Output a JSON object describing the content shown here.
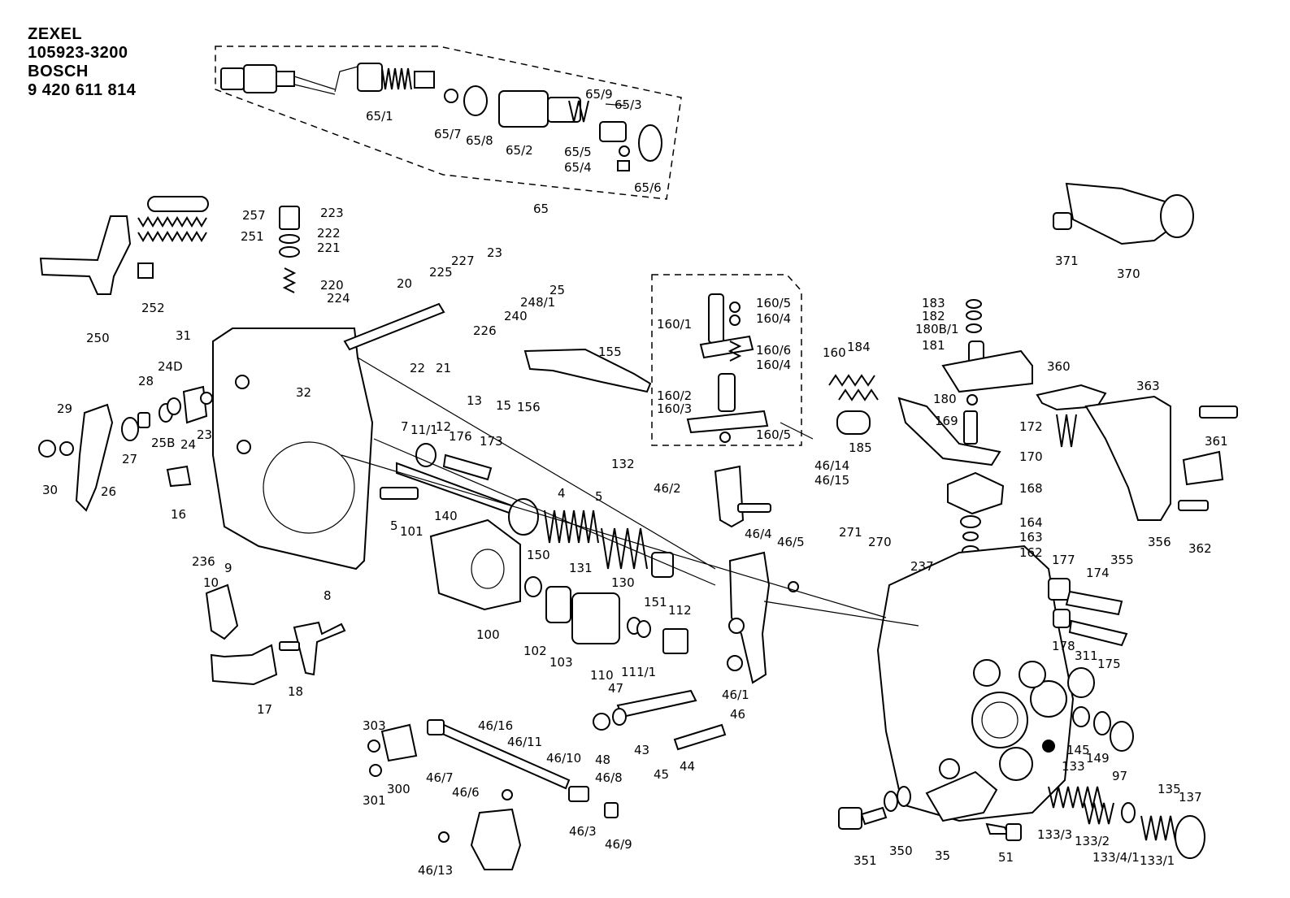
{
  "header": {
    "brand1": "ZEXEL",
    "partno1": "105923-3200",
    "brand2": "BOSCH",
    "partno2": "9 420 611 814"
  },
  "labels": [
    {
      "id": "l65-1",
      "text": "65/1"
    },
    {
      "id": "l65-7",
      "text": "65/7"
    },
    {
      "id": "l65-8",
      "text": "65/8"
    },
    {
      "id": "l65-2",
      "text": "65/2"
    },
    {
      "id": "l65-9",
      "text": "65/9"
    },
    {
      "id": "l65-3",
      "text": "65/3"
    },
    {
      "id": "l65-5",
      "text": "65/5"
    },
    {
      "id": "l65-4",
      "text": "65/4"
    },
    {
      "id": "l65-6",
      "text": "65/6"
    },
    {
      "id": "l65",
      "text": "65"
    },
    {
      "id": "l257",
      "text": "257"
    },
    {
      "id": "l251",
      "text": "251"
    },
    {
      "id": "l252",
      "text": "252"
    },
    {
      "id": "l250",
      "text": "250"
    },
    {
      "id": "l223",
      "text": "223"
    },
    {
      "id": "l222",
      "text": "222"
    },
    {
      "id": "l221",
      "text": "221"
    },
    {
      "id": "l220",
      "text": "220"
    },
    {
      "id": "l224",
      "text": "224"
    },
    {
      "id": "l31",
      "text": "31"
    },
    {
      "id": "l20",
      "text": "20"
    },
    {
      "id": "l225",
      "text": "225"
    },
    {
      "id": "l227",
      "text": "227"
    },
    {
      "id": "l23a",
      "text": "23"
    },
    {
      "id": "l248-1",
      "text": "248/1"
    },
    {
      "id": "l25",
      "text": "25"
    },
    {
      "id": "l240",
      "text": "240"
    },
    {
      "id": "l226",
      "text": "226"
    },
    {
      "id": "l22",
      "text": "22"
    },
    {
      "id": "l21",
      "text": "21"
    },
    {
      "id": "l13",
      "text": "13"
    },
    {
      "id": "l15",
      "text": "15"
    },
    {
      "id": "l12",
      "text": "12"
    },
    {
      "id": "l11-1",
      "text": "11/1"
    },
    {
      "id": "l7",
      "text": "7"
    },
    {
      "id": "l155",
      "text": "155"
    },
    {
      "id": "l156",
      "text": "156"
    },
    {
      "id": "l160-5a",
      "text": "160/5"
    },
    {
      "id": "l160-4a",
      "text": "160/4"
    },
    {
      "id": "l160-1",
      "text": "160/1"
    },
    {
      "id": "l160-6",
      "text": "160/6"
    },
    {
      "id": "l160-4b",
      "text": "160/4"
    },
    {
      "id": "l160",
      "text": "160"
    },
    {
      "id": "l160-2",
      "text": "160/2"
    },
    {
      "id": "l160-3",
      "text": "160/3"
    },
    {
      "id": "l160-5b",
      "text": "160/5"
    },
    {
      "id": "l184",
      "text": "184"
    },
    {
      "id": "l185",
      "text": "185"
    },
    {
      "id": "l183",
      "text": "183"
    },
    {
      "id": "l182",
      "text": "182"
    },
    {
      "id": "l180-8-1",
      "text": "180B/1"
    },
    {
      "id": "l181",
      "text": "181"
    },
    {
      "id": "l180",
      "text": "180"
    },
    {
      "id": "l169",
      "text": "169"
    },
    {
      "id": "l172",
      "text": "172"
    },
    {
      "id": "l170",
      "text": "170"
    },
    {
      "id": "l168",
      "text": "168"
    },
    {
      "id": "l164",
      "text": "164"
    },
    {
      "id": "l163",
      "text": "163"
    },
    {
      "id": "l162",
      "text": "162"
    },
    {
      "id": "l360",
      "text": "360"
    },
    {
      "id": "l363",
      "text": "363"
    },
    {
      "id": "l361",
      "text": "361"
    },
    {
      "id": "l362",
      "text": "362"
    },
    {
      "id": "l356",
      "text": "356"
    },
    {
      "id": "l355",
      "text": "355"
    },
    {
      "id": "l371",
      "text": "371"
    },
    {
      "id": "l370",
      "text": "370"
    },
    {
      "id": "l29",
      "text": "29"
    },
    {
      "id": "l28",
      "text": "28"
    },
    {
      "id": "l24D",
      "text": "24D"
    },
    {
      "id": "l27",
      "text": "27"
    },
    {
      "id": "l25B",
      "text": "25B"
    },
    {
      "id": "l24",
      "text": "24"
    },
    {
      "id": "l23b",
      "text": "23"
    },
    {
      "id": "l30",
      "text": "30"
    },
    {
      "id": "l26",
      "text": "26"
    },
    {
      "id": "l16",
      "text": "16"
    },
    {
      "id": "l32",
      "text": "32"
    },
    {
      "id": "l176",
      "text": "176"
    },
    {
      "id": "l173",
      "text": "173"
    },
    {
      "id": "l132",
      "text": "132"
    },
    {
      "id": "l4",
      "text": "4"
    },
    {
      "id": "l5a",
      "text": "5"
    },
    {
      "id": "l5b",
      "text": "5"
    },
    {
      "id": "l140",
      "text": "140"
    },
    {
      "id": "l101",
      "text": "101"
    },
    {
      "id": "l150",
      "text": "150"
    },
    {
      "id": "l131",
      "text": "131"
    },
    {
      "id": "l130",
      "text": "130"
    },
    {
      "id": "l151",
      "text": "151"
    },
    {
      "id": "l236",
      "text": "236"
    },
    {
      "id": "l9",
      "text": "9"
    },
    {
      "id": "l10",
      "text": "10"
    },
    {
      "id": "l8",
      "text": "8"
    },
    {
      "id": "l18",
      "text": "18"
    },
    {
      "id": "l17",
      "text": "17"
    },
    {
      "id": "l100",
      "text": "100"
    },
    {
      "id": "l102",
      "text": "102"
    },
    {
      "id": "l103",
      "text": "103"
    },
    {
      "id": "l110",
      "text": "110"
    },
    {
      "id": "l111-1",
      "text": "111/1"
    },
    {
      "id": "l112",
      "text": "112"
    },
    {
      "id": "l46-2",
      "text": "46/2"
    },
    {
      "id": "l46-14",
      "text": "46/14"
    },
    {
      "id": "l46-15",
      "text": "46/15"
    },
    {
      "id": "l46-4",
      "text": "46/4"
    },
    {
      "id": "l46-5",
      "text": "46/5"
    },
    {
      "id": "l46-1",
      "text": "46/1"
    },
    {
      "id": "l46",
      "text": "46"
    },
    {
      "id": "l271",
      "text": "271"
    },
    {
      "id": "l270",
      "text": "270"
    },
    {
      "id": "l237",
      "text": "237"
    },
    {
      "id": "l177",
      "text": "177"
    },
    {
      "id": "l174",
      "text": "174"
    },
    {
      "id": "l178",
      "text": "178"
    },
    {
      "id": "l175",
      "text": "175"
    },
    {
      "id": "l311",
      "text": "311"
    },
    {
      "id": "l47",
      "text": "47"
    },
    {
      "id": "l48",
      "text": "48"
    },
    {
      "id": "l43",
      "text": "43"
    },
    {
      "id": "l45",
      "text": "45"
    },
    {
      "id": "l44",
      "text": "44"
    },
    {
      "id": "l303",
      "text": "303"
    },
    {
      "id": "l300",
      "text": "300"
    },
    {
      "id": "l301",
      "text": "301"
    },
    {
      "id": "l46-16",
      "text": "46/16"
    },
    {
      "id": "l46-11",
      "text": "46/11"
    },
    {
      "id": "l46-7",
      "text": "46/7"
    },
    {
      "id": "l46-10",
      "text": "46/10"
    },
    {
      "id": "l46-6",
      "text": "46/6"
    },
    {
      "id": "l46-8",
      "text": "46/8"
    },
    {
      "id": "l46-3",
      "text": "46/3"
    },
    {
      "id": "l46-9",
      "text": "46/9"
    },
    {
      "id": "l46-13",
      "text": "46/13"
    },
    {
      "id": "l145",
      "text": "145"
    },
    {
      "id": "l149",
      "text": "149"
    },
    {
      "id": "l97",
      "text": "97"
    },
    {
      "id": "l133",
      "text": "133"
    },
    {
      "id": "l135",
      "text": "135"
    },
    {
      "id": "l137",
      "text": "137"
    },
    {
      "id": "l351",
      "text": "351"
    },
    {
      "id": "l350",
      "text": "350"
    },
    {
      "id": "l35",
      "text": "35"
    },
    {
      "id": "l51",
      "text": "51"
    },
    {
      "id": "l133-3",
      "text": "133/3"
    },
    {
      "id": "l133-2",
      "text": "133/2"
    },
    {
      "id": "l133-4-1",
      "text": "133/4/1"
    },
    {
      "id": "l133-1",
      "text": "133/1"
    }
  ]
}
